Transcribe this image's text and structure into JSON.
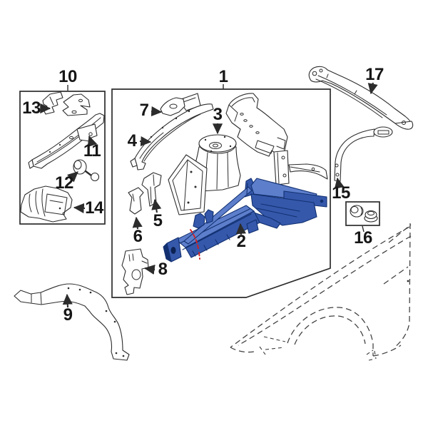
{
  "labels": [
    "1",
    "2",
    "3",
    "4",
    "5",
    "6",
    "7",
    "8",
    "9",
    "10",
    "11",
    "12",
    "13",
    "14",
    "15",
    "16",
    "17"
  ],
  "highlighted_callout": "2",
  "colors": {
    "background": "#ffffff",
    "ink": "#2c2c2c",
    "label_color": "#161616",
    "fender_line": "#3e3e3e",
    "highlight_fill": "#3558ab",
    "highlight_light": "#5d7ecb",
    "highlight_dark": "#123070",
    "highlight_deep": "#0c2253",
    "red_mark": "#d42020"
  }
}
